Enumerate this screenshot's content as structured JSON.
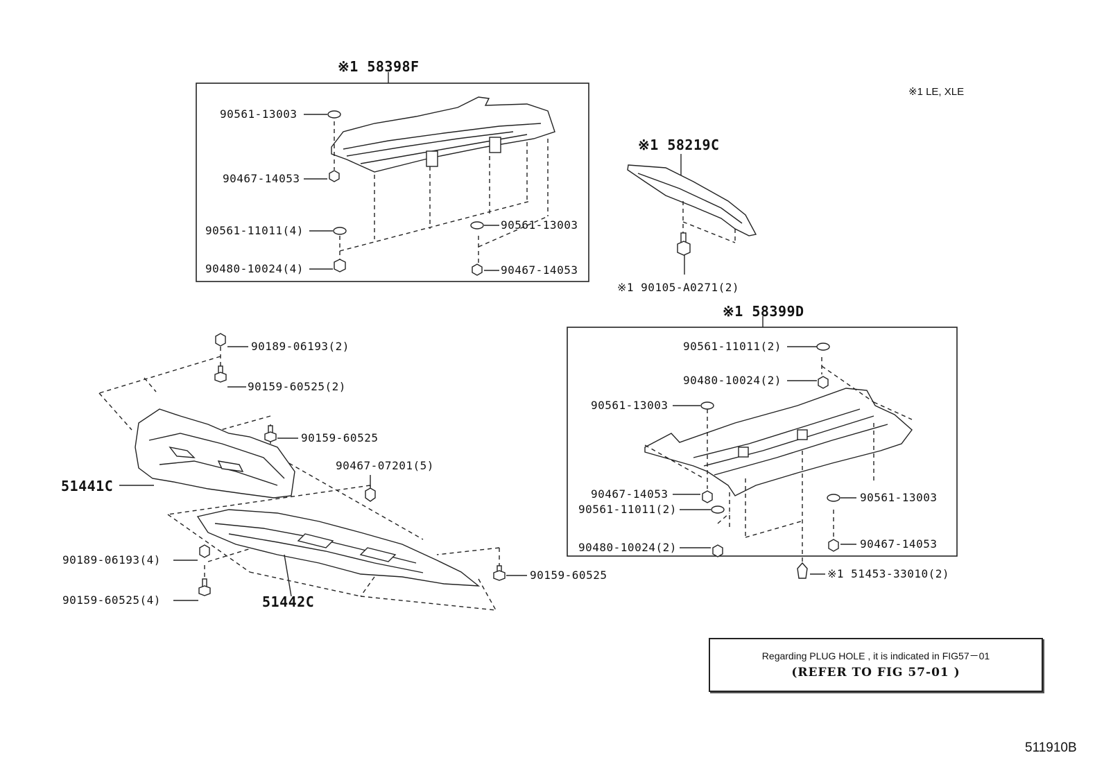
{
  "legend": {
    "note": "※1  LE, XLE"
  },
  "groups": {
    "g58398F": "※1  58398F",
    "g58219C": "※1  58219C",
    "g58399D": "※1  58399D"
  },
  "parts": {
    "p1": "90561-13003",
    "p2": "90467-14053",
    "p3": "90561-11011(4)",
    "p4": "90480-10024(4)",
    "p5": "90561-13003",
    "p6": "90467-14053",
    "p7": "※1  90105-A0271(2)",
    "p8": "90189-06193(2)",
    "p9": "90159-60525(2)",
    "p10": "90159-60525",
    "p11": "90467-07201(5)",
    "p12": "51441C",
    "p13": "90189-06193(4)",
    "p14": "90159-60525(4)",
    "p15": "51442C",
    "p16": "90159-60525",
    "p17": "90561-11011(2)",
    "p18": "90480-10024(2)",
    "p19": "90561-13003",
    "p20": "90467-14053",
    "p21": "90561-11011(2)",
    "p22": "90480-10024(2)",
    "p23": "90561-13003",
    "p24": "90467-14053",
    "p25": "※1  51453-33010(2)"
  },
  "reference": {
    "line1": "Regarding  PLUG  HOLE  ,  it  is  indicated  in  FIG57－01",
    "line2": "(REFER  TO  FIG    57-01    )"
  },
  "figure_id": "511910B"
}
